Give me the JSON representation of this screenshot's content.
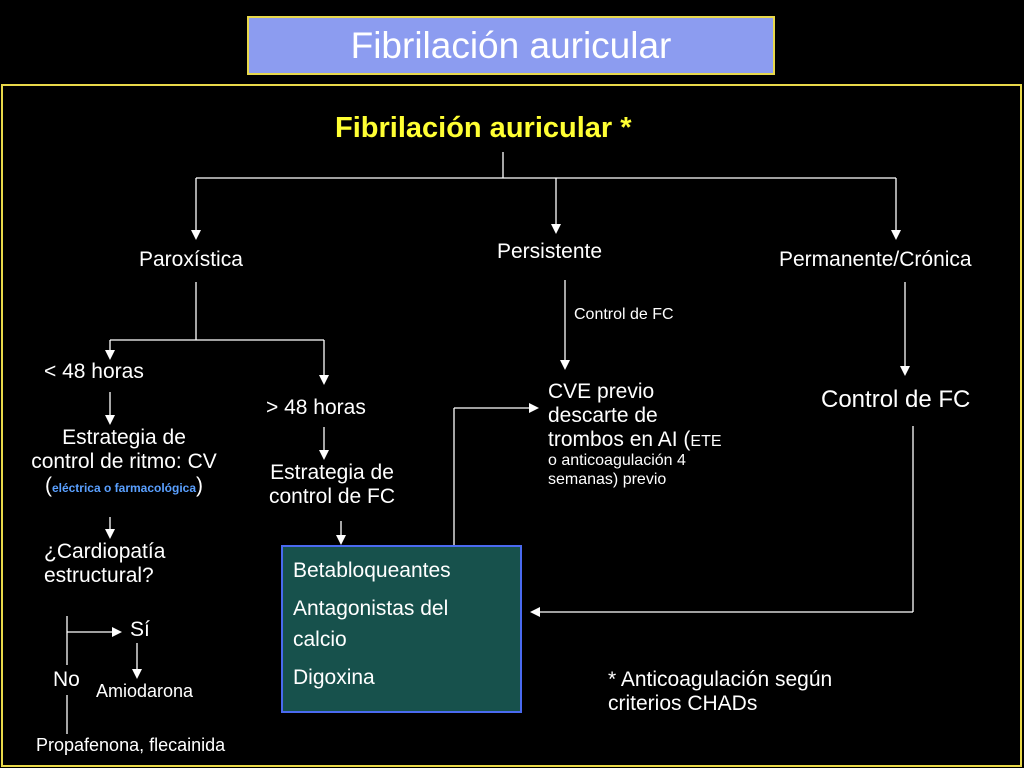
{
  "header": {
    "title": "Fibrilación auricular"
  },
  "diagram": {
    "main_title": "Fibrilación auricular *",
    "paroxistica": "Paroxística",
    "persistente": "Persistente",
    "permanente": "Permanente/Crónica",
    "control_fc_small": "Control de FC",
    "lt48": "< 48 horas",
    "gt48": "> 48 horas",
    "estrategia_ritmo_1": "Estrategia de",
    "estrategia_ritmo_2": "control de ritmo: CV",
    "estrategia_ritmo_open": "(",
    "estrategia_ritmo_sub": "eléctrica o farmacológica",
    "estrategia_ritmo_close": ")",
    "estrategia_fc_1": "Estrategia de",
    "estrategia_fc_2": "control de FC",
    "cardiopatia_1": "¿Cardiopatía",
    "cardiopatia_2": "estructural?",
    "si": "Sí",
    "no": "No",
    "amiodarona": "Amiodarona",
    "propafenona": "Propafenona, flecainida",
    "cve_1": "CVE previo",
    "cve_2": "descarte de",
    "cve_3": "trombos en AI (",
    "cve_3b": "ETE",
    "cve_4": "o anticoagulación 4",
    "cve_5": "semanas) previo",
    "control_fc_right": "Control de FC",
    "drugs": [
      "Betabloqueantes",
      "Antagonistas del",
      "calcio",
      "Digoxina"
    ],
    "footnote_1": "* Anticoagulación según",
    "footnote_2": "criterios CHADs"
  },
  "colors": {
    "title_bg": "#8c9cf0",
    "border_yellow": "#e8d84a",
    "main_title": "#ffff33",
    "sub_blue": "#5aa0ff",
    "drug_box_bg": "#17514c",
    "drug_box_border": "#4a6af0"
  }
}
